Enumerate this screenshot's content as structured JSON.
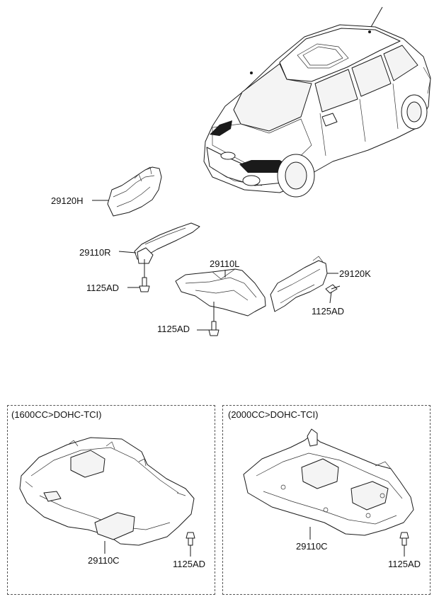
{
  "labels": {
    "p29120H": "29120H",
    "p29110R": "29110R",
    "p1125AD_a": "1125AD",
    "p29110L": "29110L",
    "p29120K": "29120K",
    "p1125AD_b": "1125AD",
    "p1125AD_c": "1125AD",
    "p29110C_left": "29110C",
    "p1125AD_d": "1125AD",
    "p29110C_right": "29110C",
    "p1125AD_e": "1125AD"
  },
  "variants": {
    "left": "(1600CC>DOHC-TCI)",
    "right": "(2000CC>DOHC-TCI)"
  }
}
